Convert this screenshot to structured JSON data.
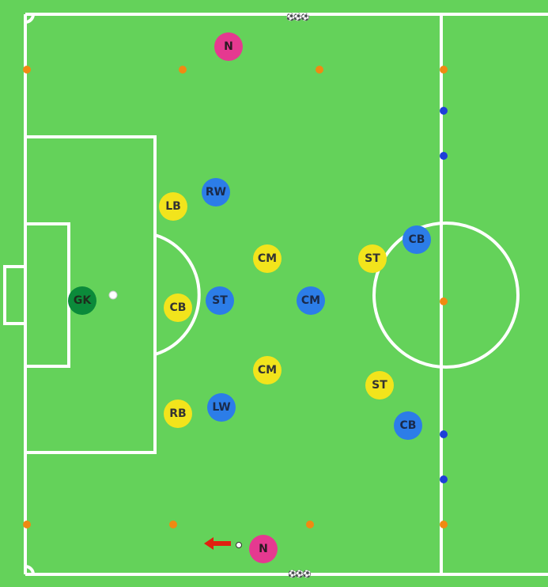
{
  "colors": {
    "grass": "#64d25a",
    "lines": "#ffffff",
    "yellow_team": "#f2e41c",
    "blue_team": "#2c7de8",
    "goalkeeper": "#0b8a3a",
    "neutral": "#e53990",
    "cone_orange": "#f08a12",
    "cone_blue": "#1e3fd8",
    "arrow": "#e02010"
  },
  "players": {
    "neutral_top": "N",
    "neutral_bottom": "N",
    "goalkeeper": "GK",
    "yellow_lb": "LB",
    "yellow_cb": "CB",
    "yellow_rb": "RB",
    "yellow_cm_top": "CM",
    "yellow_cm_bottom": "CM",
    "yellow_st_top": "ST",
    "yellow_st_bottom": "ST",
    "blue_rw": "RW",
    "blue_st": "ST",
    "blue_lw": "LW",
    "blue_cm": "CM",
    "blue_cb_top": "CB",
    "blue_cb_bottom": "CB"
  },
  "icons": {
    "ball_stack": "soccer-ball-stack-icon",
    "arrow": "arrow-left-icon",
    "ball": "soccer-ball-icon"
  }
}
